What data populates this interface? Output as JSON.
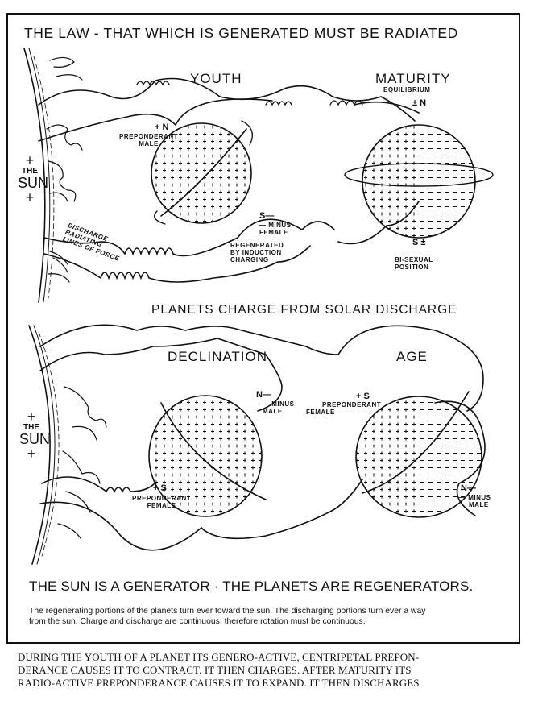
{
  "figure": {
    "title": "THE LAW - THAT WHICH IS GENERATED MUST BE RADIATED",
    "middle_title": "PLANETS CHARGE FROM SOLAR DISCHARGE",
    "bottom_heading": "THE SUN IS A GENERATOR · THE PLANETS ARE REGENERATORS.",
    "note_line1": "The regenerating portions of the planets turn ever toward the sun. The discharging portions turn ever a way",
    "note_line2": "from the sun. Charge and discharge are continuous, therefore rotation must be continuous."
  },
  "sun": {
    "plus": "+",
    "the": "THE",
    "word": "SUN",
    "discharge_label": [
      "DISCHARGE",
      "RADIATING",
      "LINES OF FORCE"
    ]
  },
  "panels": {
    "youth": {
      "label": "YOUTH",
      "north": "+ N",
      "north_desc": [
        "PREPONDERANT",
        "MALE"
      ],
      "south": "S—",
      "south_desc": [
        "— MINUS",
        "FEMALE"
      ],
      "note": [
        "REGENERATED",
        "BY INDUCTION",
        "CHARGING"
      ]
    },
    "maturity": {
      "label": "MATURITY",
      "sublabel": "EQUILIBRIUM",
      "north": "± N",
      "south": "S ±",
      "south_desc": [
        "BI-SEXUAL",
        "POSITION"
      ]
    },
    "declination": {
      "label": "DECLINATION",
      "north": "N—",
      "north_desc": [
        "— MINUS",
        "MALE"
      ],
      "south": "+ S",
      "south_desc": [
        "PREPONDERANT",
        "FEMALE"
      ]
    },
    "age": {
      "label": "AGE",
      "south": "+ S",
      "south_desc": [
        "PREPONDERANT",
        "FEMALE"
      ],
      "north": "N—",
      "north_desc": [
        "— MINUS",
        "MALE"
      ]
    }
  },
  "caption": {
    "line1": "DURING THE YOUTH OF A PLANET ITS GENERO-ACTIVE, CENTRIPETAL PREPON-",
    "line2": "DERANCE CAUSES IT TO CONTRACT.  IT THEN CHARGES.  AFTER MATURITY ITS",
    "line3": "RADIO-ACTIVE PREPONDERANCE CAUSES IT TO EXPAND.  IT THEN DISCHARGES"
  },
  "colors": {
    "ink": "#111111",
    "paper": "#ffffff"
  }
}
